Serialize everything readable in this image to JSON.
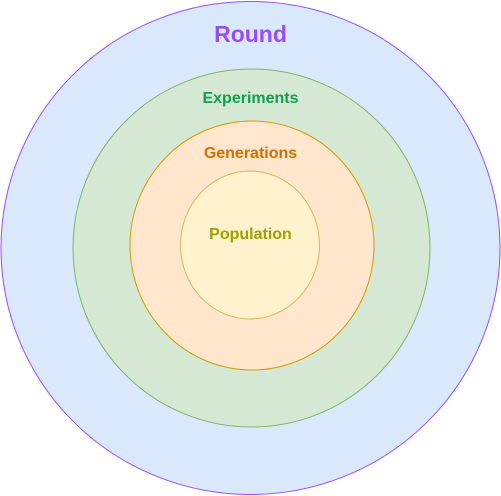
{
  "rings": [
    {
      "label": "Round",
      "fill": "#dae8fc",
      "stroke": "#9a4cf5",
      "text_color": "#9a4cf5"
    },
    {
      "label": "Experiments",
      "fill": "#d5e8d4",
      "stroke": "#82b366",
      "text_color": "#10a050"
    },
    {
      "label": "Generations",
      "fill": "#ffe6cc",
      "stroke": "#d79b00",
      "text_color": "#d07000"
    },
    {
      "label": "Population",
      "fill": "#fff2cc",
      "stroke": "#d6b656",
      "text_color": "#a0a000"
    }
  ]
}
